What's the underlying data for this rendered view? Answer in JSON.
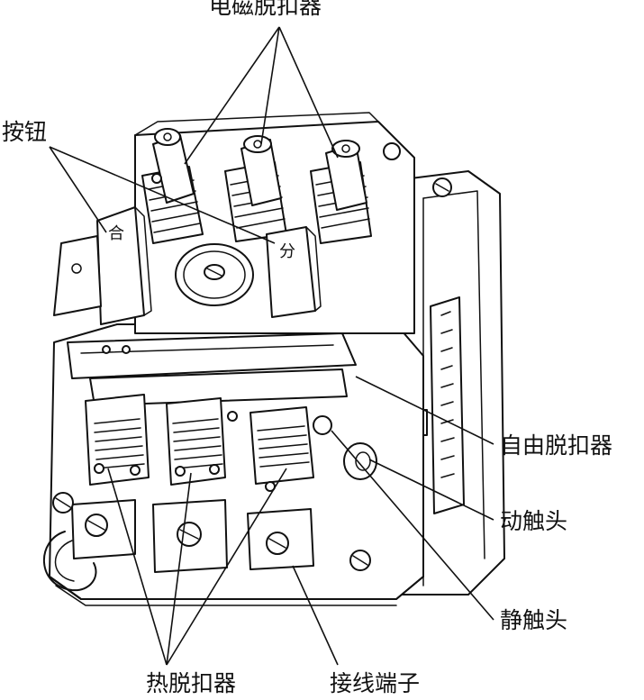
{
  "labels": {
    "electromagnetic_release": "电磁脱扣器",
    "button": "按钮",
    "free_release": "自由脱扣器",
    "moving_contact": "动触头",
    "static_contact": "静触头",
    "thermal_release": "热脱扣器",
    "terminal": "接线端子",
    "close_button": "合",
    "open_button": "分"
  }
}
